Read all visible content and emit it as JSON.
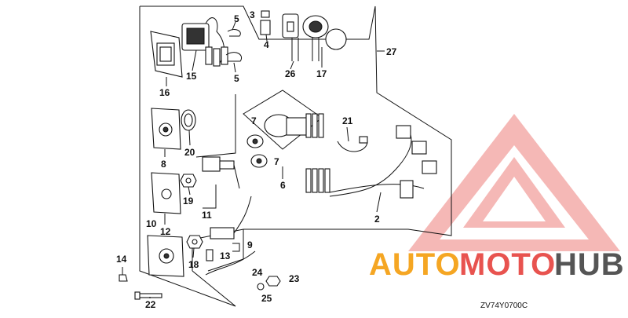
{
  "diagram": {
    "part_labels": [
      "2",
      "3",
      "4",
      "5",
      "5",
      "6",
      "7",
      "7",
      "8",
      "9",
      "10",
      "11",
      "12",
      "13",
      "14",
      "15",
      "16",
      "17",
      "18",
      "19",
      "20",
      "21",
      "22",
      "23",
      "24",
      "25",
      "26",
      "27"
    ],
    "drawing_code": "ZV74Y0700C"
  },
  "watermark": {
    "brand_part1": "AUTO",
    "brand_part2": "MOTO",
    "brand_part3": "HUB",
    "colors": {
      "orange": "#f5a623",
      "red": "#e8534f",
      "gray": "#555555"
    }
  }
}
